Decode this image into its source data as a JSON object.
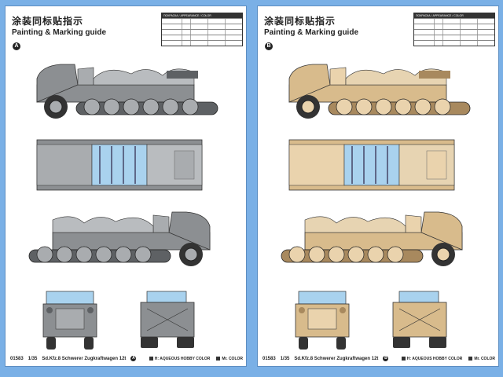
{
  "sheets": [
    {
      "id": "A",
      "title_cn": "涂装同标贴指示",
      "title_en": "Painting & Marking guide",
      "table_header": "ПОКРАСКА / APPEARANCE / COLOR",
      "footer": {
        "code": "01583",
        "scale": "1/35",
        "name": "Sd.Kfz.8 Schwerer Zugkraftwagen 12t",
        "badge": "A",
        "paint1": "H: AQUEOUS HOBBY COLOR",
        "paint2": "Mr. COLOR"
      },
      "colors": {
        "body": "#8c8f92",
        "body_dark": "#5e6164",
        "body_light": "#a9acaf",
        "canvas": "#b9bcbf",
        "cab": "#a9d2ee"
      }
    },
    {
      "id": "B",
      "title_cn": "涂装同标贴指示",
      "title_en": "Painting & Marking guide",
      "table_header": "ПОКРАСКА / APPEARANCE / COLOR",
      "footer": {
        "code": "01583",
        "scale": "1/35",
        "name": "Sd.Kfz.8 Schwerer Zugkraftwagen 12t",
        "badge": "B",
        "paint1": "H: AQUEOUS HOBBY COLOR",
        "paint2": "Mr. COLOR"
      },
      "colors": {
        "body": "#d8bb8c",
        "body_dark": "#a8895e",
        "body_light": "#ead3ad",
        "canvas": "#e7d4b2",
        "cab": "#a9d2ee"
      }
    }
  ]
}
